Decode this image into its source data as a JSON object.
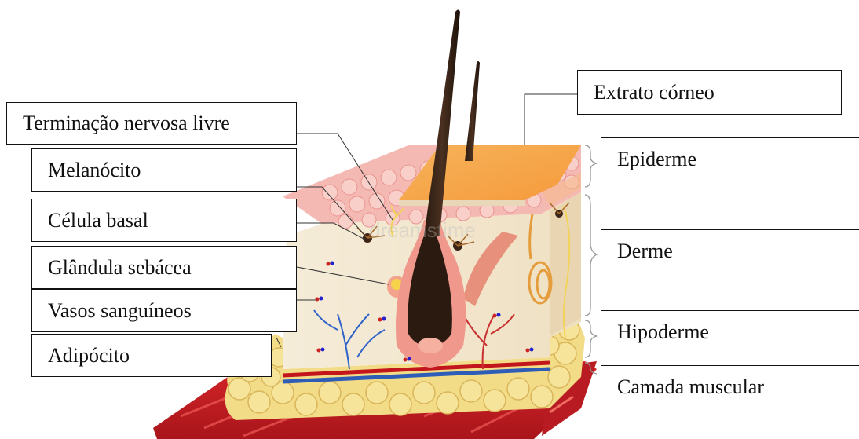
{
  "left_labels": [
    {
      "id": "free-nerve-ending",
      "text": "Terminação nervosa livre"
    },
    {
      "id": "melanocyte",
      "text": "Melanócito"
    },
    {
      "id": "basal-cell",
      "text": "Célula basal"
    },
    {
      "id": "sebaceous-gland",
      "text": "Glândula sebácea"
    },
    {
      "id": "blood-vessels",
      "text": "Vasos sanguíneos"
    },
    {
      "id": "adipocyte",
      "text": "Adipócito"
    }
  ],
  "right_labels": [
    {
      "id": "stratum-corneum",
      "text": "Extrato córneo"
    },
    {
      "id": "epidermis",
      "text": "Epiderme"
    },
    {
      "id": "dermis",
      "text": "Derme"
    },
    {
      "id": "hypodermis",
      "text": "Hipoderme"
    },
    {
      "id": "muscle-layer",
      "text": "Camada muscular"
    }
  ],
  "watermark": "dreamstime"
}
